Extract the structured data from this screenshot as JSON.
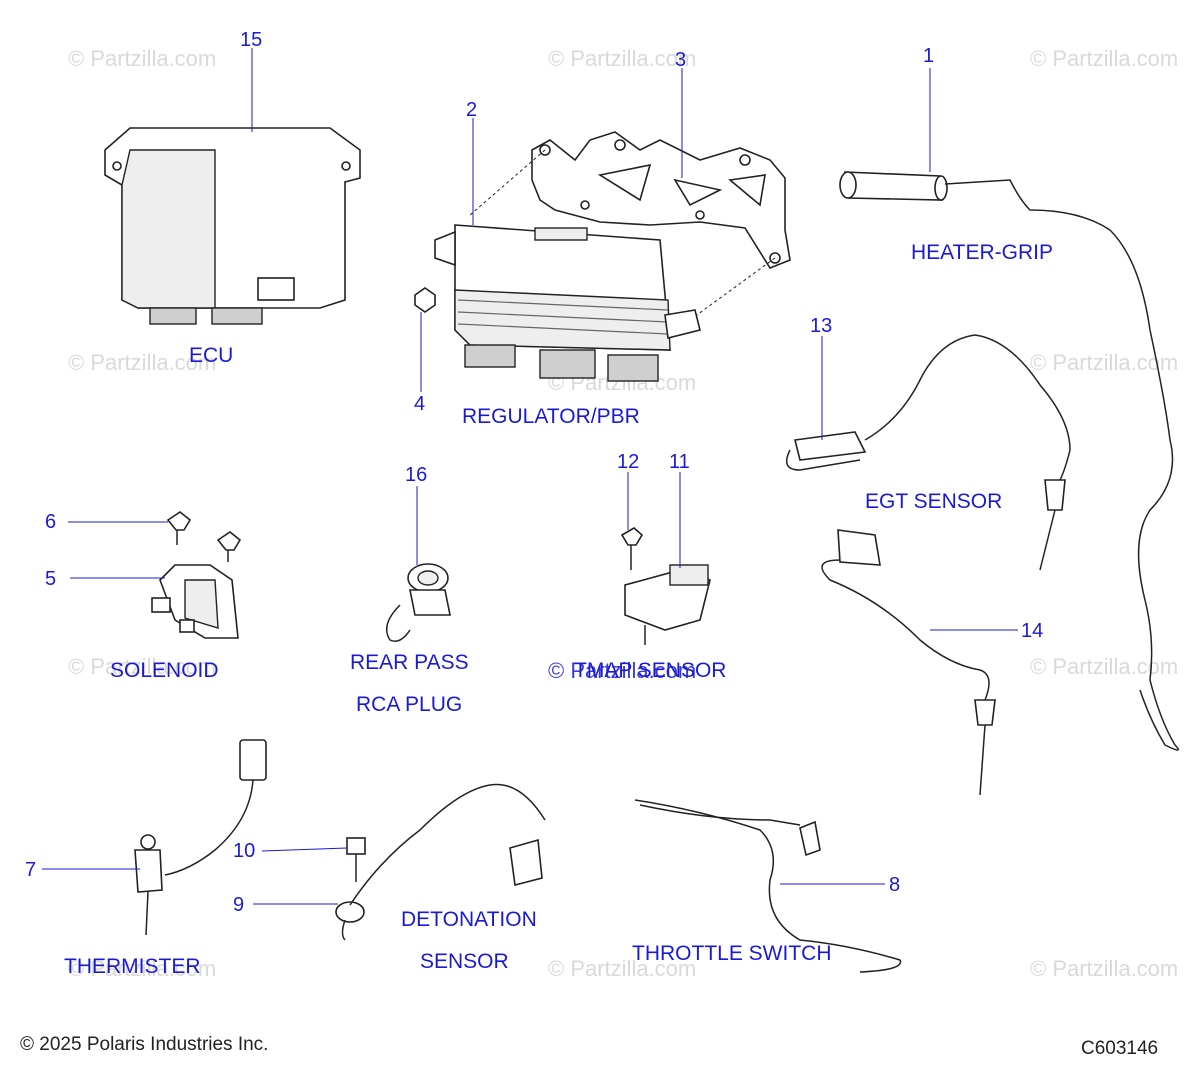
{
  "watermark": "© Partzilla.com",
  "copyright": "© 2025 Polaris Industries Inc.",
  "diagram_code": "C603146",
  "colors": {
    "label": "#1a1ad6",
    "line_art": "#222222",
    "watermark": "#d9d9d9"
  },
  "callouts": {
    "c1": "1",
    "c2": "2",
    "c3": "3",
    "c4": "4",
    "c5": "5",
    "c6": "6",
    "c7": "7",
    "c8": "8",
    "c9": "9",
    "c10": "10",
    "c11": "11",
    "c12": "12",
    "c13": "13",
    "c14": "14",
    "c15": "15",
    "c16": "16"
  },
  "labels": {
    "ecu": "ECU",
    "regulator": "REGULATOR/PBR",
    "heater_grip": "HEATER-GRIP",
    "egt_sensor": "EGT SENSOR",
    "solenoid": "SOLENOID",
    "rear_pass": "REAR PASS",
    "rca_plug": "RCA PLUG",
    "tmap_sensor": "TMAP SENSOR",
    "thermister": "THERMISTER",
    "detonation": "DETONATION",
    "sensor": "SENSOR",
    "throttle_switch": "THROTTLE SWITCH"
  }
}
